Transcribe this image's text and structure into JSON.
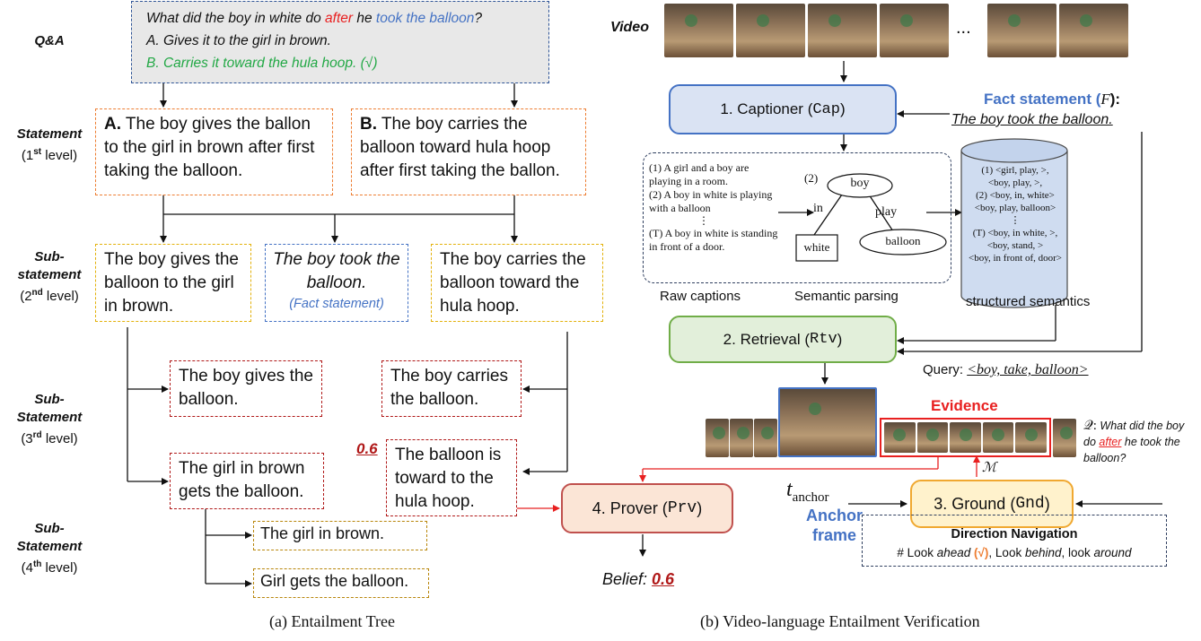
{
  "qa": {
    "row_label": "Q&A",
    "question_pre": "What did the boy in white do ",
    "question_after": "after",
    "question_mid": " he ",
    "question_took": "took the balloon",
    "question_end": "?",
    "option_a": "A. Gives it to the girl in brown.",
    "option_b": "B. Carries it toward the hula hoop. (√)"
  },
  "levels": {
    "l1_name": "Statement",
    "l1_tag": "(1",
    "l1_sup": "st",
    "l1_end": " level)",
    "l2_name1": "Sub-",
    "l2_name2": "statement",
    "l2_tag": "(2",
    "l2_sup": "nd",
    "l2_end": " level)",
    "l3_name1": "Sub-",
    "l3_name2": "Statement",
    "l3_tag": "(3",
    "l3_sup": "rd",
    "l3_end": " level)",
    "l4_name1": "Sub-",
    "l4_name2": "Statement",
    "l4_tag": "(4",
    "l4_sup": "th",
    "l4_end": "  level)"
  },
  "tree": {
    "s1a_bold": "A.",
    "s1a_text": " The boy gives the ballon to the girl in brown after first taking the balloon.",
    "s1b_bold": "B.",
    "s1b_text": " The boy carries the balloon toward hula hoop after first taking the ballon.",
    "s2a": "The boy gives the balloon to the girl in brown.",
    "s2fact_1": "The boy took the balloon",
    "s2fact_2": ".",
    "s2fact_label": "(Fact statement)",
    "s2c": "The boy carries the balloon toward the hula hoop.",
    "s3a": "The boy gives the balloon.",
    "s3b": "The girl in brown gets the balloon.",
    "s3c": "The boy carries the balloon.",
    "s3d": "The balloon is toward to the hula hoop.",
    "s3d_score": "0.6",
    "s4a": "The girl in brown.",
    "s4b": "Girl gets the balloon.",
    "prover_num": "4. Prover (",
    "prover_code": "Prv",
    "prover_end": ")",
    "belief_label": "Belief: ",
    "belief_value": "0.6"
  },
  "pipeline": {
    "video_label": "Video",
    "ellipsis": "...",
    "captioner_num": "1. Captioner (",
    "captioner_code": "Cap",
    "captioner_end": ")",
    "fact_title": "Fact statement (",
    "fact_var": "F",
    "fact_title_end": "):",
    "fact_text": "The boy took the balloon.",
    "caption_1": "(1) A girl and a boy are playing in a room.",
    "caption_2": "(2) A boy in white is playing with a balloon",
    "caption_dots": "⋮",
    "caption_t": "(T) A boy in white is standing in front of a door.",
    "parse_idx": "(2)",
    "parse_boy": "boy",
    "parse_in": "in",
    "parse_play": "play",
    "parse_white": "white",
    "parse_balloon": "balloon",
    "sem_1a": "(1)  <girl, play, >,",
    "sem_1b": "<boy, play, >,",
    "sem_2a": "(2)  <boy, in, white>",
    "sem_2b": "<boy, play, balloon>",
    "sem_dots": "⋮",
    "sem_ta": "(T) <boy, in white, >,",
    "sem_tb": "<boy, stand, >",
    "sem_tc": "<boy, in front of, door>",
    "raw_captions_label": "Raw captions",
    "semantic_parsing_label": "Semantic parsing",
    "structured_label": "structured semantics",
    "retrieval_num": "2. Retrieval (",
    "retrieval_code": "Rtv",
    "retrieval_end": ")",
    "query_label": "Query: ",
    "query_value": "<boy, take, balloon>",
    "evidence_label": "Evidence",
    "q_symbol": "𝒬:",
    "q_pre": " What did the boy ",
    "q_after": "after",
    "q_do": "do ",
    "q_post": " he took the balloon?",
    "m_symbol": "ℳ",
    "ground_num": "3. Ground (",
    "ground_code": "Gnd",
    "ground_end": ")",
    "t_anchor_t": "t",
    "t_anchor_sub": "anchor",
    "anchor_frame_1": "Anchor",
    "anchor_frame_2": "frame",
    "nav_title": "Direction Navigation",
    "nav_hash": "# Look ",
    "nav_ahead": "ahead",
    "nav_check": " (√)",
    "nav_comma": ", Look ",
    "nav_behind": "behind",
    "nav_around_pre": ", look ",
    "nav_around": "around"
  },
  "captions": {
    "left": "(a) Entailment Tree",
    "right": "(b) Video-language Entailment Verification"
  },
  "colors": {
    "red": "#e82020",
    "blue": "#4472c4",
    "green": "#22a845",
    "orange": "#ed7d31",
    "dark_red": "#b01818",
    "captioner_fill": "#dae3f3",
    "retrieval_fill": "#e2efda",
    "prover_fill": "#fbe5d6",
    "ground_fill": "#fff2cc"
  }
}
